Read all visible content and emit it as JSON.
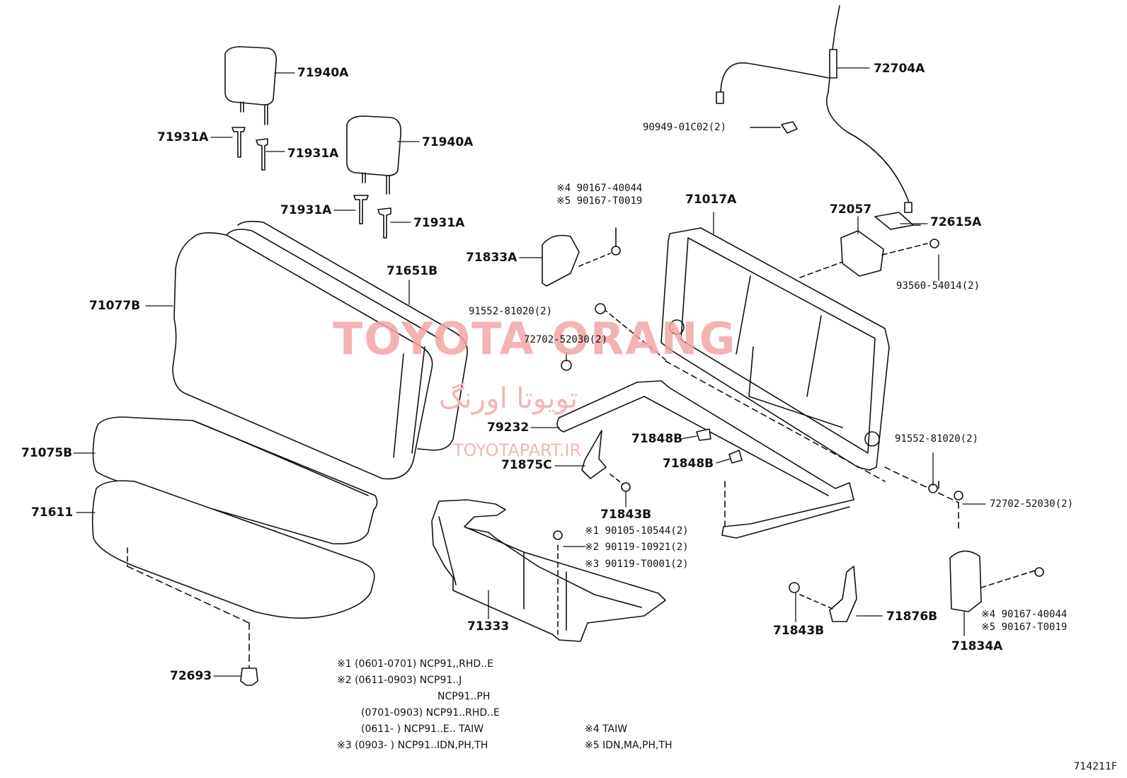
{
  "watermark": {
    "title": "TOYOTA ORANG",
    "persian": "تویوتا اورنگ",
    "site": "TOYOTAPART.IR"
  },
  "labels": {
    "p71940A_1": "71940A",
    "p71931A_1": "71931A",
    "p71931A_2": "71931A",
    "p71940A_2": "71940A",
    "p71931A_3": "71931A",
    "p71931A_4": "71931A",
    "p71651B": "71651B",
    "p71077B": "71077B",
    "p71075B": "71075B",
    "p71611": "71611",
    "p72693": "72693",
    "p72704A": "72704A",
    "p71017A": "71017A",
    "p72057": "72057",
    "p72615A": "72615A",
    "p71833A": "71833A",
    "p79232": "79232",
    "p71848B_1": "71848B",
    "p71848B_2": "71848B",
    "p71875C": "71875C",
    "p71843B_1": "71843B",
    "p71333": "71333",
    "p71843B_2": "71843B",
    "p71876B": "71876B",
    "p71834A": "71834A"
  },
  "small_labels": {
    "s90949": "90949-01C02(2)",
    "s4a": "※4 90167-40044",
    "s5a": "※5 90167-T0019",
    "s93560": "93560-54014(2)",
    "s91552a": "91552-81020(2)",
    "s72702a": "72702-52030(2)",
    "s91552b": "91552-81020(2)",
    "s72702b": "72702-52030(2)",
    "s1": "※1 90105-10544(2)",
    "s2": "※2 90119-10921(2)",
    "s3": "※3 90119-T0001(2)",
    "s4b": "※4 90167-40044",
    "s5b": "※5 90167-T0019"
  },
  "notes": {
    "n1": "※1 (0601-0701) NCP91,,RHD..E",
    "n2": "※2 (0611-0903) NCP91..J",
    "n3": "NCP91..PH",
    "n4": "(0701-0903) NCP91..RHD..E",
    "n5": "(0611-      ) NCP91..E.. TAIW",
    "n6": "※3 (0903-      ) NCP91..IDN,PH,TH",
    "n7": "※4 TAIW",
    "n8": "※5 IDN,MA,PH,TH"
  },
  "diagram_code": "714211F"
}
